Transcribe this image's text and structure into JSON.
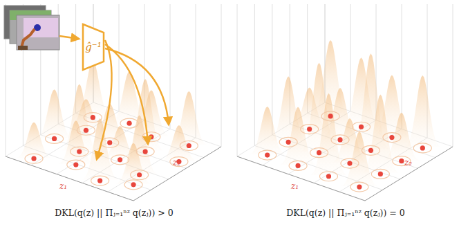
{
  "diagram": {
    "nodes": [
      {
        "text": [
          "ĝ⁻¹"
        ]
      }
    ],
    "labels": [
      "z₁",
      "z₂",
      "DKL(q(z) || Πⱼ₌₁ⁿᶻ q(zⱼ)) > 0",
      "z₁",
      "z₂",
      "DKL(q(z) || Πⱼ₌₁ⁿᶻ q(zⱼ)) = 0"
    ]
  }
}
